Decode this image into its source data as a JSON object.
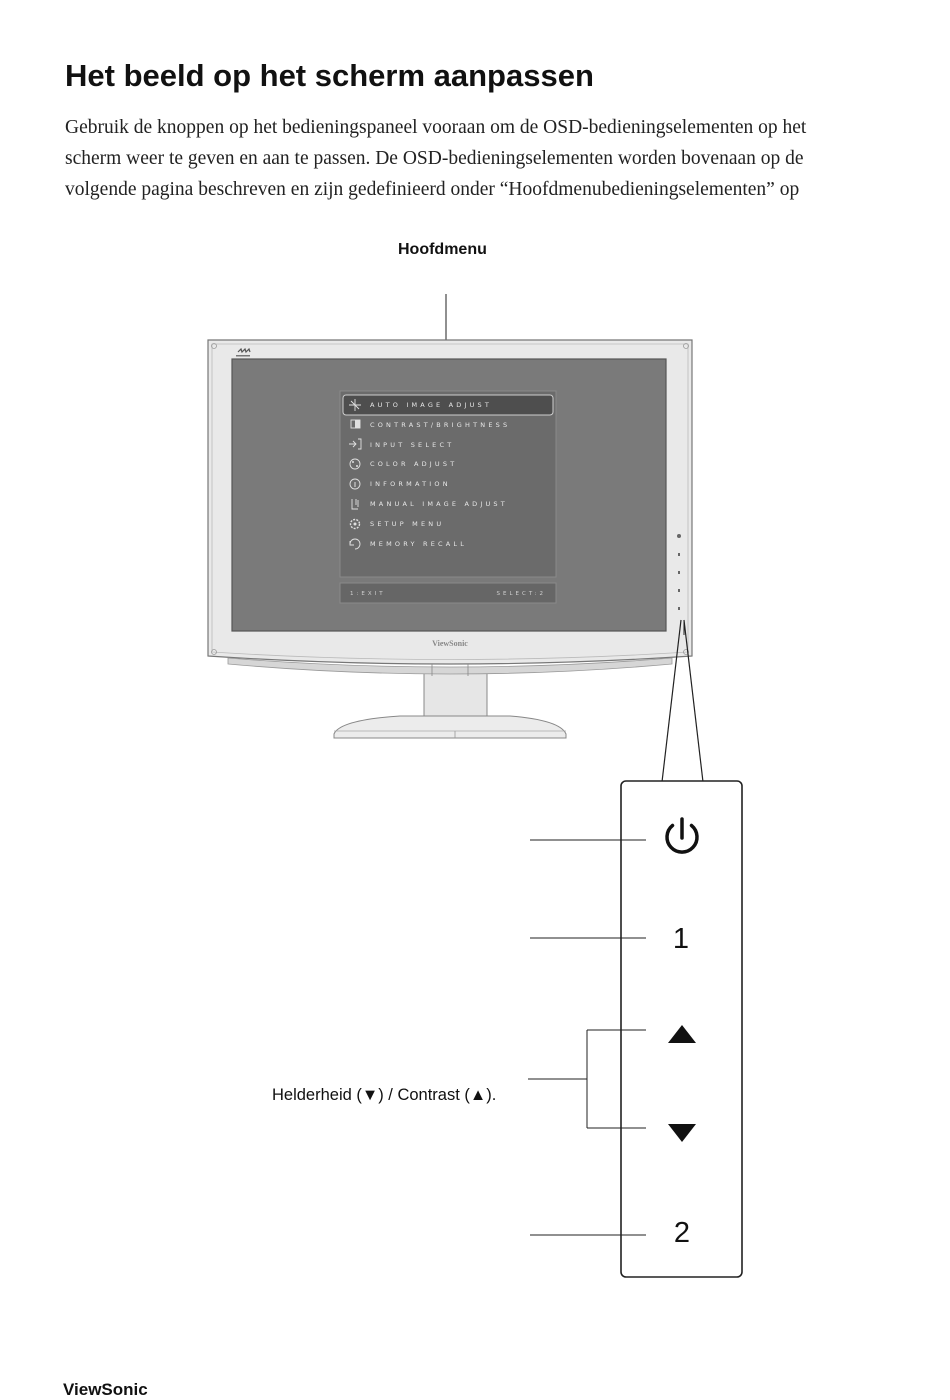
{
  "page": {
    "title": "Het beeld op het scherm aanpassen",
    "paragraph_lines": [
      "Gebruik de knoppen op het bedieningspaneel vooraan om de OSD-bedieningselementen op het",
      "scherm weer te geven en aan te passen. De OSD-bedieningselementen worden bovenaan op de",
      "volgende pagina beschreven en zijn gedefinieerd onder “Hoofdmenubedieningselementen” op"
    ],
    "main_menu_label": "Hoofdmenu",
    "brightness_contrast_label": "Helderheid (▼) / Contrast (▲).",
    "footer_brand": "ViewSonic"
  },
  "osd": {
    "menu_items": [
      "AUTO IMAGE ADJUST",
      "CONTRAST/BRIGHTNESS",
      "INPUT SELECT",
      "COLOR ADJUST",
      "INFORMATION",
      "MANUAL IMAGE ADJUST",
      "SETUP MENU",
      "MEMORY RECALL"
    ],
    "footer_left": "1:EXIT",
    "footer_right": "SELECT:2",
    "bezel_brand": "ViewSonic"
  },
  "control_panel": {
    "buttons": [
      {
        "name": "power",
        "icon": "power-icon"
      },
      {
        "name": "button-1",
        "label": "1"
      },
      {
        "name": "up",
        "icon": "triangle-up-icon"
      },
      {
        "name": "down",
        "icon": "triangle-down-icon"
      },
      {
        "name": "button-2",
        "label": "2"
      }
    ]
  },
  "colors": {
    "screen": "#7a7a7a",
    "osd_panel": "#6a6a6a",
    "bezel": "#e4e4e4",
    "text": "#111111"
  }
}
